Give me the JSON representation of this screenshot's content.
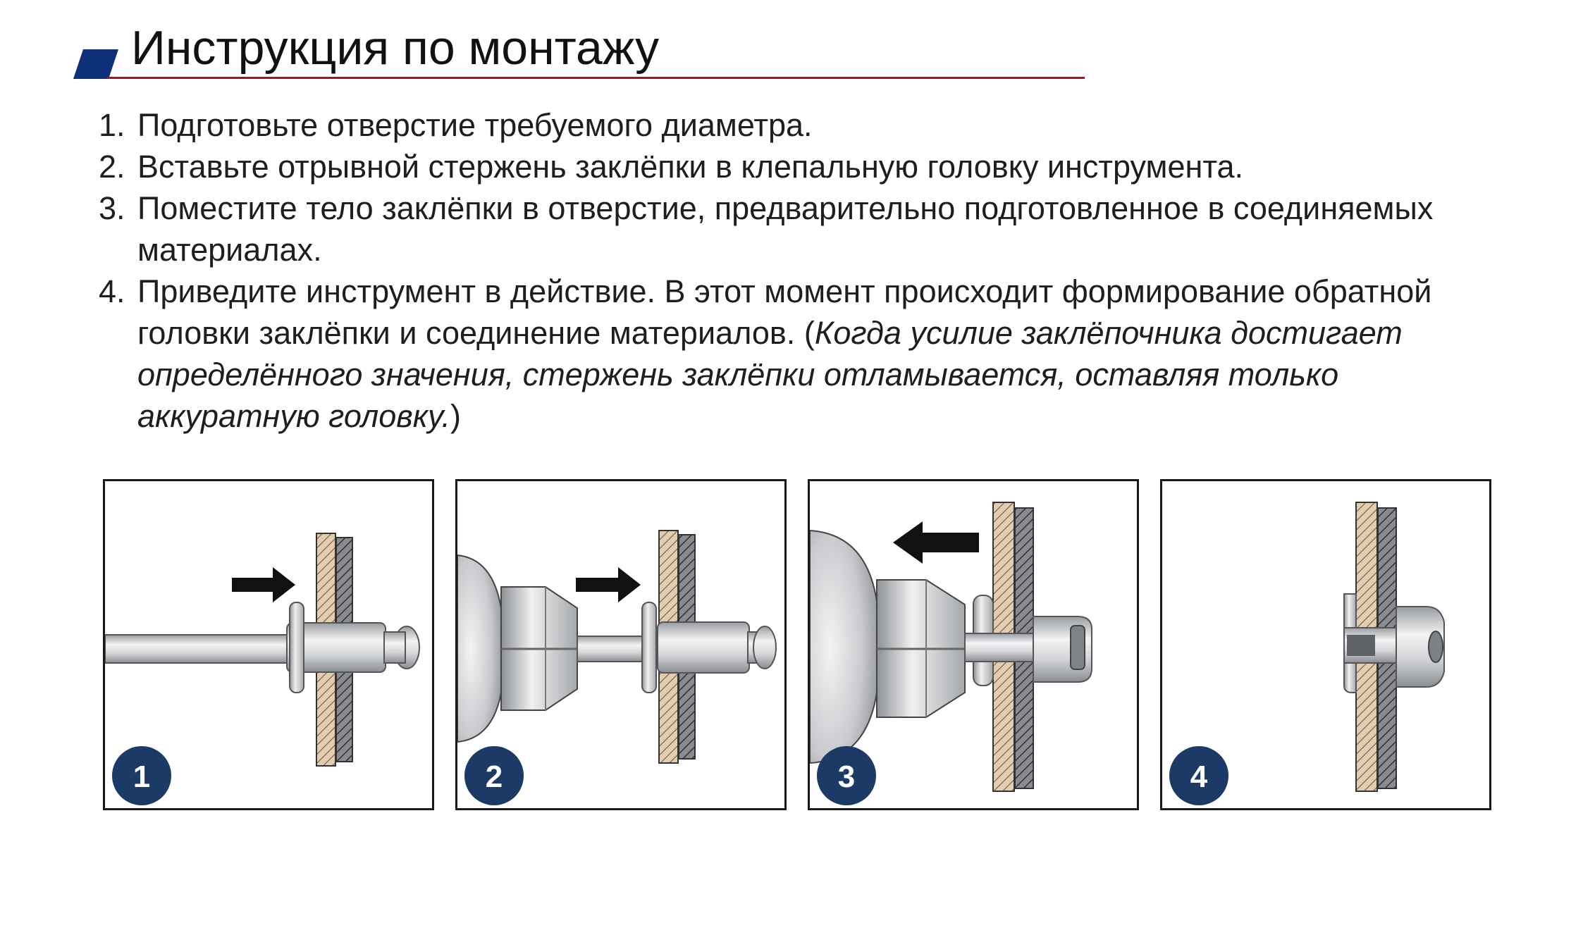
{
  "header": {
    "title": "Инструкция по монтажу",
    "accent_color": "#0e2f7a",
    "rule_color": "#a01818"
  },
  "steps": [
    {
      "number": "1.",
      "text": "Подготовьте отверстие требуемого диаметра."
    },
    {
      "number": "2.",
      "text": "Вставьте отрывной стержень заклёпки в клепальную головку инструмента."
    },
    {
      "number": "3.",
      "text": "Поместите тело заклёпки в отверстие, предварительно подготовленное в соединяемых материалах."
    },
    {
      "number": "4.",
      "text": "Приведите инструмент в действие. В этот момент происходит формирование обратной головки заклёпки и соединение материалов.",
      "open_paren": " (",
      "note": "Когда усилие заклёпочника достигает определённого значения, стержень заклёпки отламывается, оставляя только аккуратную головку.",
      "close_paren": ")"
    }
  ],
  "panels": [
    {
      "badge": "1",
      "arrow": "right"
    },
    {
      "badge": "2",
      "arrow": "right"
    },
    {
      "badge": "3",
      "arrow": "left"
    },
    {
      "badge": "4",
      "arrow": "none"
    }
  ],
  "colors": {
    "badge": "#1b3a66",
    "wood": "#e3cdb0",
    "metal_plate": "#6e6e72",
    "rivet": "#d4d6d8",
    "arrow": "#111111"
  }
}
